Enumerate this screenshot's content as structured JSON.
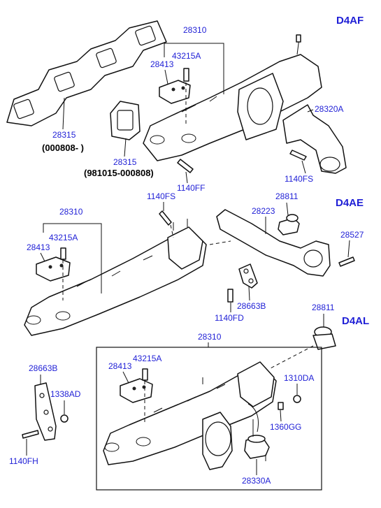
{
  "sections": {
    "d4af": "D4AF",
    "d4ae": "D4AE",
    "d4al": "D4AL"
  },
  "d4af": {
    "manifold": "28310",
    "stud": "43215A",
    "plate": "28413",
    "gasket_a": "28315",
    "gasket_a_date": "(000808- )",
    "gasket_b": "28315",
    "gasket_b_date": "(981015-000808)",
    "bolt_ff": "1140FF",
    "elbow": "28320A",
    "bolt_fs": "1140FS"
  },
  "d4ae": {
    "bolt_fs": "1140FS",
    "manifold": "28310",
    "stud": "43215A",
    "plate": "28413",
    "pipe": "28223",
    "plug": "28811",
    "bolt_elbow": "28527",
    "bracket": "28663B",
    "bolt_fd": "1140FD"
  },
  "d4al": {
    "plug": "28811",
    "manifold": "28310",
    "stud": "43215A",
    "plate": "28413",
    "nut_da": "1310DA",
    "bracket": "28663B",
    "nut_ad": "1338AD",
    "bolt_fh": "1140FH",
    "clip": "1360GG",
    "actuator": "28330A"
  }
}
